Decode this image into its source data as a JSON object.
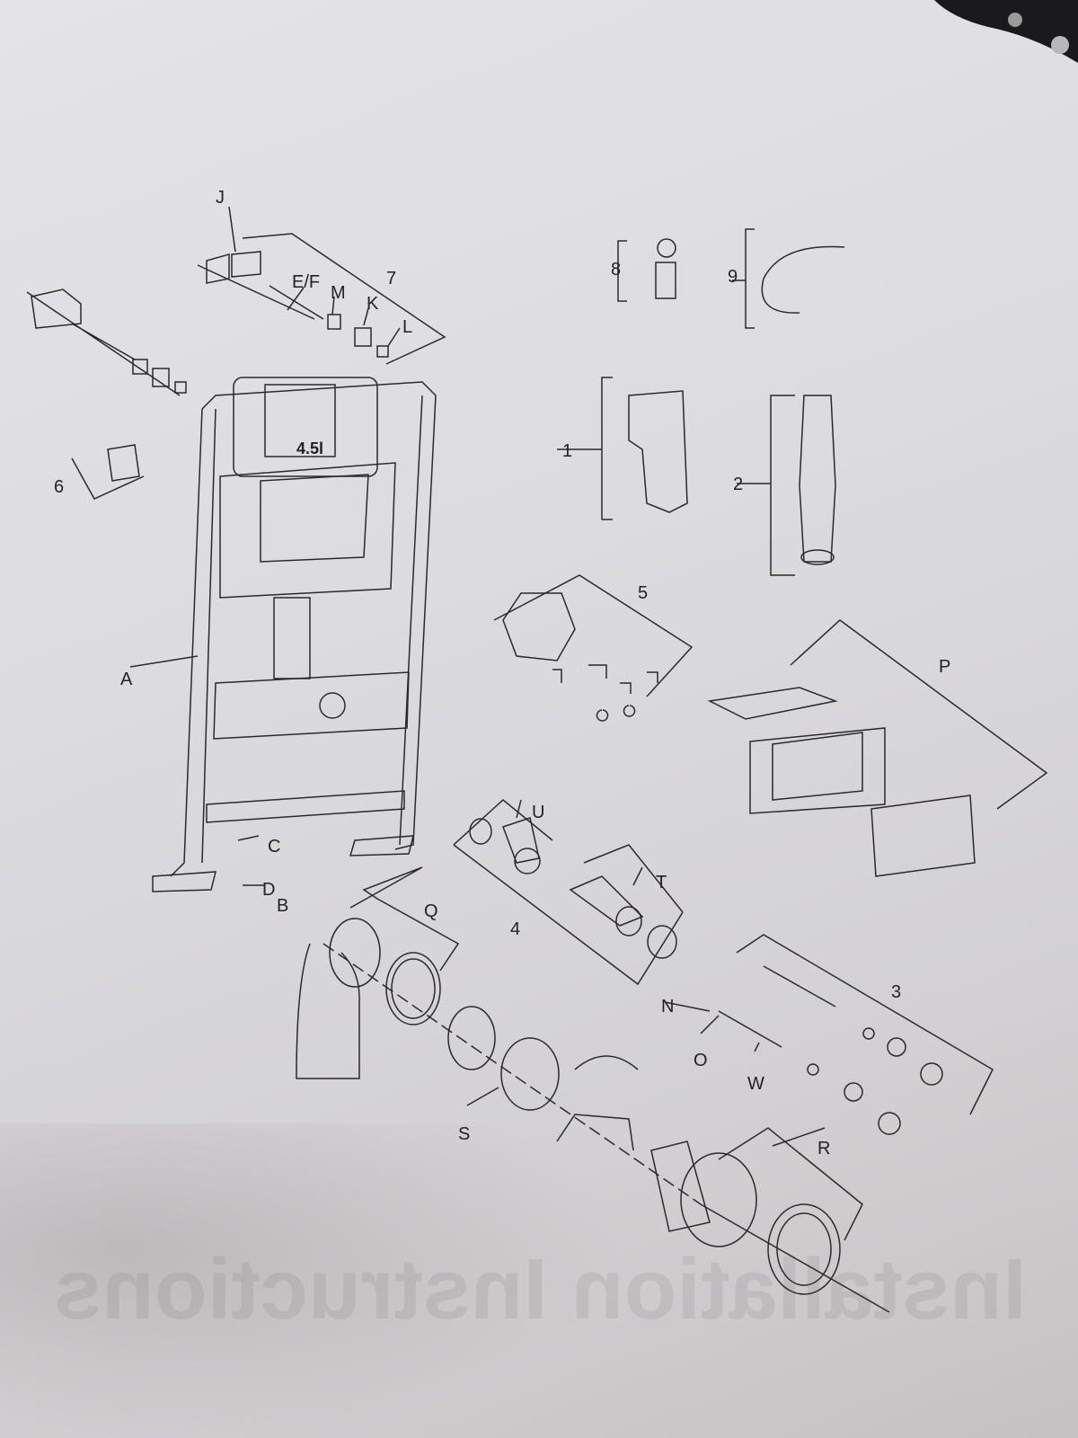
{
  "diagram": {
    "type": "exploded-parts-diagram",
    "frame_marking": "4.5l",
    "labels": {
      "J": "J",
      "EF": "E/F",
      "M": "M",
      "seven": "7",
      "K": "K",
      "L": "L",
      "eight": "8",
      "nine": "9",
      "six": "6",
      "one": "1",
      "two": "2",
      "five": "5",
      "A": "A",
      "P": "P",
      "C": "C",
      "U": "U",
      "D": "D",
      "B": "B",
      "T": "T",
      "Q": "Q",
      "four": "4",
      "three": "3",
      "N": "N",
      "O": "O",
      "W": "W",
      "S": "S",
      "R": "R"
    },
    "show_through_text": "Installation Instructions"
  },
  "colors": {
    "paper": "#dcdce0",
    "ink": "#222222"
  }
}
